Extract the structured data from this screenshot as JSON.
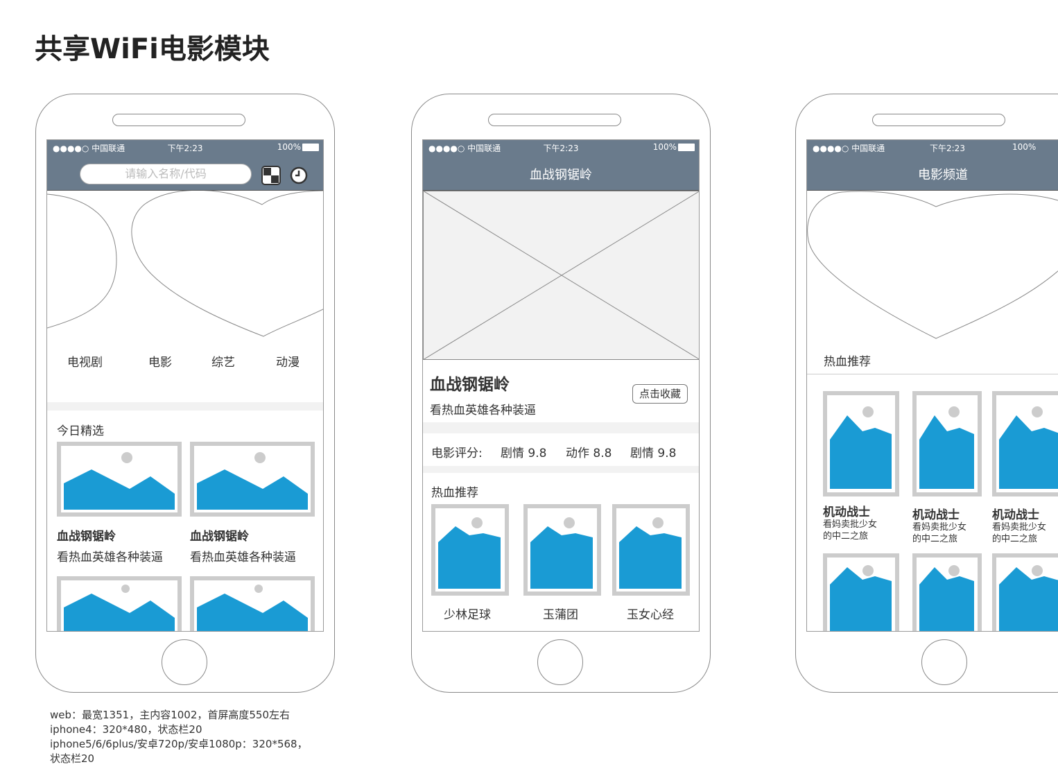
{
  "page": {
    "title": "共享WiFi电影模块"
  },
  "status_bar": {
    "carrier": "●●●●○ 中国联通",
    "time": "下午2:23",
    "battery": "100%"
  },
  "phone1": {
    "search_placeholder": "请输入名称/代码",
    "categories": [
      "电视剧",
      "电影",
      "综艺",
      "动漫"
    ],
    "section_title": "今日精选",
    "cards": [
      {
        "title": "血战钢锯岭",
        "subtitle": "看热血英雄各种装逼"
      },
      {
        "title": "血战钢锯岭",
        "subtitle": "看热血英雄各种装逼"
      }
    ]
  },
  "phone2": {
    "nav_title": "血战钢锯岭",
    "movie_title": "血战钢锯岭",
    "movie_subtitle": "看热血英雄各种装逼",
    "favorite_button": "点击收藏",
    "rating_label": "电影评分:",
    "ratings": [
      "剧情 9.8",
      "动作 8.8",
      "剧情 9.8"
    ],
    "section_title": "热血推荐",
    "recommendations": [
      "少林足球",
      "玉蒲团",
      "玉女心经"
    ]
  },
  "phone3": {
    "nav_title": "电影频道",
    "section_title": "热血推荐",
    "items": [
      {
        "title": "机动战士",
        "subtitle_line1": "看妈卖批少女",
        "subtitle_line2": "的中二之旅"
      },
      {
        "title": "机动战士",
        "subtitle_line1": "看妈卖批少女",
        "subtitle_line2": "的中二之旅"
      },
      {
        "title": "机动战士",
        "subtitle_line1": "看妈卖批少女",
        "subtitle_line2": "的中二之旅"
      }
    ]
  },
  "notes": [
    "web：最宽1351，主内容1002，首屏高度550左右",
    "iphone4：320*480，状态栏20",
    "iphone5/6/6plus/安卓720p/安卓1080p：320*568，",
    "状态栏20"
  ],
  "colors": {
    "nav_bg": "#6a7b8c",
    "image_blue": "#1a9bd4",
    "image_frame": "#cccccc",
    "band": "#f2f2f2"
  }
}
